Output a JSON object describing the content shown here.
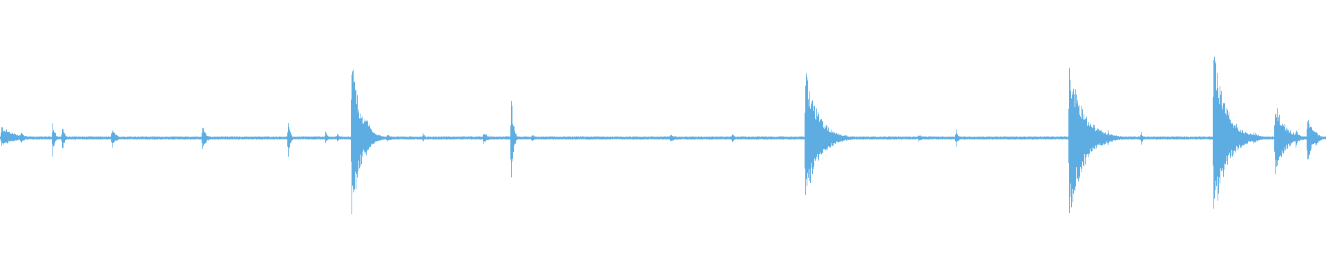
{
  "waveform": {
    "color": "#5dade2",
    "background": "#ffffff",
    "duration_units": 1920,
    "baseline_amplitude": 0.012,
    "events": [
      {
        "t": 2,
        "amp_up": 0.09,
        "amp_down": 0.06,
        "decay": 20
      },
      {
        "t": 30,
        "amp_up": 0.05,
        "amp_down": 0.04,
        "decay": 6
      },
      {
        "t": 76,
        "amp_up": 0.14,
        "amp_down": 0.14,
        "decay": 3
      },
      {
        "t": 90,
        "amp_up": 0.1,
        "amp_down": 0.1,
        "decay": 3
      },
      {
        "t": 162,
        "amp_up": 0.07,
        "amp_down": 0.07,
        "decay": 6
      },
      {
        "t": 293,
        "amp_up": 0.09,
        "amp_down": 0.1,
        "decay": 5
      },
      {
        "t": 417,
        "amp_up": 0.12,
        "amp_down": 0.14,
        "decay": 3
      },
      {
        "t": 471,
        "amp_up": 0.05,
        "amp_down": 0.04,
        "decay": 3
      },
      {
        "t": 488,
        "amp_up": 0.04,
        "amp_down": 0.03,
        "decay": 4
      },
      {
        "t": 509,
        "amp_up": 0.62,
        "amp_down": 0.62,
        "decay": 12
      },
      {
        "t": 528,
        "amp_up": 0.18,
        "amp_down": 0.16,
        "decay": 10
      },
      {
        "t": 560,
        "amp_up": 0.03,
        "amp_down": 0.03,
        "decay": 8
      },
      {
        "t": 612,
        "amp_up": 0.04,
        "amp_down": 0.03,
        "decay": 3
      },
      {
        "t": 700,
        "amp_up": 0.05,
        "amp_down": 0.05,
        "decay": 6
      },
      {
        "t": 740,
        "amp_up": 0.33,
        "amp_down": 0.33,
        "decay": 3
      },
      {
        "t": 770,
        "amp_up": 0.03,
        "amp_down": 0.03,
        "decay": 4
      },
      {
        "t": 970,
        "amp_up": 0.03,
        "amp_down": 0.03,
        "decay": 10
      },
      {
        "t": 1060,
        "amp_up": 0.04,
        "amp_down": 0.04,
        "decay": 3
      },
      {
        "t": 1166,
        "amp_up": 0.52,
        "amp_down": 0.52,
        "decay": 18
      },
      {
        "t": 1195,
        "amp_up": 0.06,
        "amp_down": 0.06,
        "decay": 5
      },
      {
        "t": 1210,
        "amp_up": 0.04,
        "amp_down": 0.04,
        "decay": 4
      },
      {
        "t": 1330,
        "amp_up": 0.03,
        "amp_down": 0.03,
        "decay": 6
      },
      {
        "t": 1384,
        "amp_up": 0.07,
        "amp_down": 0.07,
        "decay": 3
      },
      {
        "t": 1548,
        "amp_up": 0.58,
        "amp_down": 0.62,
        "decay": 20
      },
      {
        "t": 1604,
        "amp_up": 0.06,
        "amp_down": 0.06,
        "decay": 3
      },
      {
        "t": 1652,
        "amp_up": 0.05,
        "amp_down": 0.05,
        "decay": 3
      },
      {
        "t": 1757,
        "amp_up": 0.64,
        "amp_down": 0.64,
        "decay": 18
      },
      {
        "t": 1790,
        "amp_up": 0.05,
        "amp_down": 0.05,
        "decay": 8
      },
      {
        "t": 1815,
        "amp_up": 0.05,
        "amp_down": 0.05,
        "decay": 8
      },
      {
        "t": 1846,
        "amp_up": 0.28,
        "amp_down": 0.28,
        "decay": 14
      },
      {
        "t": 1876,
        "amp_up": 0.07,
        "amp_down": 0.07,
        "decay": 4
      },
      {
        "t": 1893,
        "amp_up": 0.18,
        "amp_down": 0.18,
        "decay": 8
      },
      {
        "t": 1905,
        "amp_up": 0.06,
        "amp_down": 0.06,
        "decay": 6
      }
    ]
  }
}
